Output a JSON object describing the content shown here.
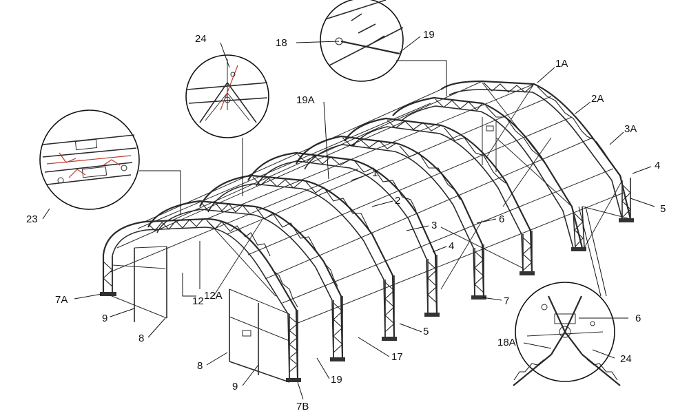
{
  "labels": {
    "l1A": "1A",
    "l2A": "2A",
    "l3A": "3A",
    "l4_right": "4",
    "l5_right": "5",
    "l18_top": "18",
    "l19_top": "19",
    "l24_top": "24",
    "l19A": "19A",
    "l23": "23",
    "l1": "1",
    "l2": "2",
    "l3": "3",
    "l4": "4",
    "l6": "6",
    "l7": "7",
    "l5": "5",
    "l17": "17",
    "l19_bottom": "19",
    "l7A": "7A",
    "l9_left": "9",
    "l8_left": "8",
    "l12": "12",
    "l12A": "12A",
    "l8_bottom": "8",
    "l9_bottom": "9",
    "l7B": "7B",
    "l6_detail": "6",
    "l18A": "18A",
    "l24_detail": "24"
  }
}
